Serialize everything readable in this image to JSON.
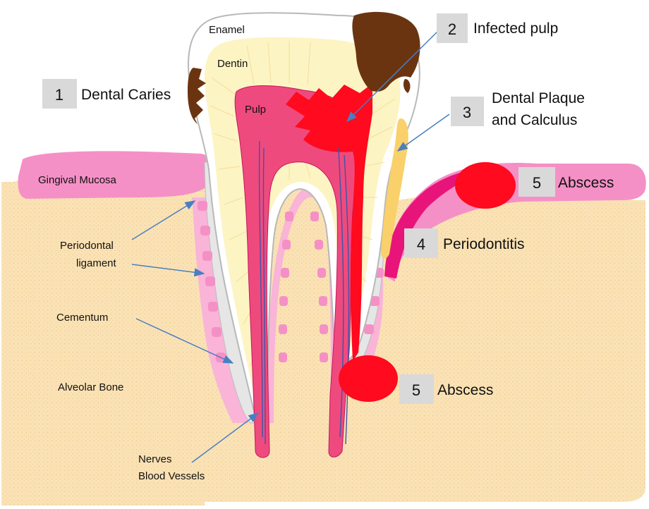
{
  "labels": {
    "enamel": "Enamel",
    "dentin": "Dentin",
    "pulp": "Pulp",
    "gingival_mucosa": "Gingival Mucosa",
    "periodontal_ligament_line1": "Periodontal",
    "periodontal_ligament_line2": "ligament",
    "cementum": "Cementum",
    "alveolar_bone": "Alveolar Bone",
    "nerves": "Nerves",
    "blood_vessels": "Blood Vessels"
  },
  "callouts": {
    "dental_caries": {
      "number": "1",
      "text": "Dental Caries"
    },
    "infected_pulp": {
      "number": "2",
      "text": "Infected pulp"
    },
    "plaque_calculus": {
      "number": "3",
      "text_line1": "Dental Plaque",
      "text_line2": "and Calculus"
    },
    "periodontitis": {
      "number": "4",
      "text": "Periodontitis"
    },
    "abscess_upper": {
      "number": "5",
      "text": "Abscess"
    },
    "abscess_lower": {
      "number": "5",
      "text": "Abscess"
    }
  },
  "colors": {
    "bone": "#fbe2b5",
    "gum": "#f590c6",
    "gum_dark": "#e8147a",
    "pulp": "#ef4a7e",
    "infection": "#ff0a1e",
    "decay": "#6b3410",
    "dentin": "#fdf4c4",
    "enamel": "#ffffff",
    "plaque": "#f9d06a",
    "arrow": "#4a7fc0",
    "callout_box": "#d9d9d9"
  }
}
